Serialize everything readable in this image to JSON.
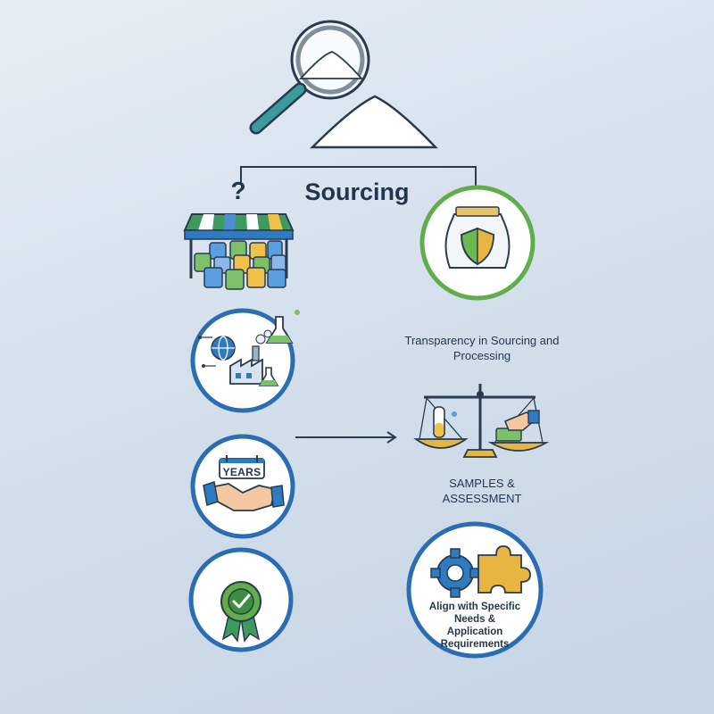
{
  "diagram": {
    "title": "Sourcing",
    "question_mark": "?",
    "nodes": [
      {
        "id": "market-stall",
        "icon": "market-stall-icon"
      },
      {
        "id": "transparency",
        "icon": "shield-bag-icon",
        "label": "Transparency in Sourcing and Processing"
      },
      {
        "id": "global-factory",
        "icon": "global-factory-lab-icon"
      },
      {
        "id": "long-term-partnership",
        "icon": "handshake-years-icon",
        "badge_text": "YEARS"
      },
      {
        "id": "samples",
        "icon": "balance-scale-icon",
        "label": "SAMPLES & ASSESSMENT"
      },
      {
        "id": "certification",
        "icon": "certified-badge-icon"
      },
      {
        "id": "alignment",
        "icon": "gear-puzzle-icon",
        "label": "Align with Specific Needs & Application Requirements"
      }
    ],
    "edges": [
      {
        "from": "long-term-partnership",
        "to": "samples",
        "style": "arrow"
      }
    ],
    "colors": {
      "ring_blue": "#2a6db3",
      "ring_green": "#5fae4a",
      "text_dark": "#1f3550",
      "teal": "#2e8f8f"
    }
  }
}
